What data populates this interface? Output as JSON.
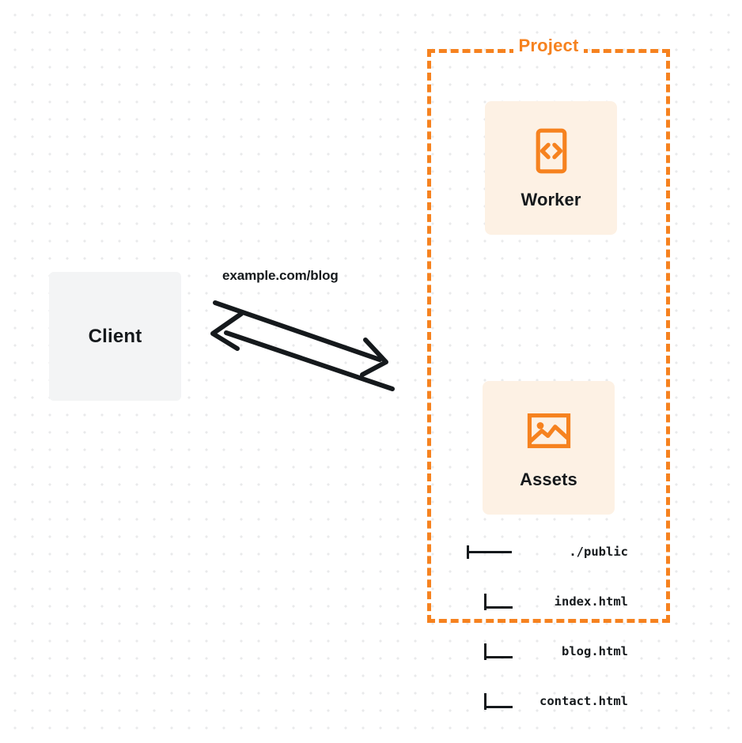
{
  "diagram": {
    "type": "architecture-diagram",
    "background": "dotted-grid",
    "colors": {
      "accent_orange": "#f6821f",
      "node_fill_orange": "#fdf1e4",
      "node_fill_gray": "#f3f4f5",
      "text_dark": "#15191c",
      "dot_grid": "#e9eaeb"
    }
  },
  "client": {
    "label": "Client",
    "icon": "none"
  },
  "connection": {
    "label": "example.com/blog",
    "direction": "bidirectional",
    "arrows": [
      {
        "name": "request-arrow",
        "from": "client",
        "to": "project",
        "head": "right"
      },
      {
        "name": "response-arrow",
        "from": "project",
        "to": "client",
        "head": "left"
      }
    ]
  },
  "project": {
    "title": "Project",
    "border_style": "dashed",
    "nodes": [
      {
        "id": "worker",
        "label": "Worker",
        "icon": "code-brackets-icon"
      },
      {
        "id": "assets",
        "label": "Assets",
        "icon": "image-icon"
      }
    ]
  },
  "file_tree": {
    "rows": [
      {
        "glyph": "branch",
        "name": "./public"
      },
      {
        "glyph": "leaf",
        "name": "index.html"
      },
      {
        "glyph": "leaf",
        "name": "blog.html"
      },
      {
        "glyph": "leaf",
        "name": "contact.html"
      }
    ]
  }
}
